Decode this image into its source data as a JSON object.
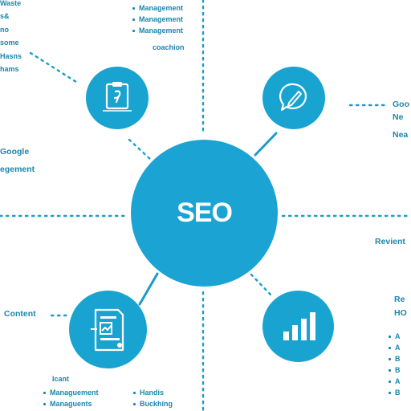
{
  "center": {
    "label": "SEO"
  },
  "top_list": {
    "items": [
      "Management",
      "Management",
      "Management"
    ],
    "trailing": "coachion"
  },
  "top_left_fragments": [
    "Waste",
    "s&",
    "no",
    "some",
    "Hasns",
    "hams"
  ],
  "left_fragments": {
    "line1": "Google",
    "line2": "egement"
  },
  "content_label": "Content",
  "right_fragments": {
    "line1": "Goo",
    "line2": "Ne",
    "line3": "Nea"
  },
  "review_label": "Revient",
  "bottom_right": {
    "head": [
      "Re",
      "HO"
    ],
    "items": [
      "A",
      "A",
      "B",
      "B",
      "A",
      "B"
    ]
  },
  "bottom_left": {
    "head": "Icant",
    "items": [
      "Managuement",
      "Managuents"
    ]
  },
  "bottom_center": {
    "items": [
      "Handis",
      "Buckhing"
    ]
  },
  "icons": {
    "top_left": "clipboard-icon",
    "top_right": "chat-pen-icon",
    "bottom_left": "document-chart-icon",
    "bottom_right": "bar-chart-icon"
  },
  "colors": {
    "accent": "#1ba4d3",
    "text": "#1a86ad",
    "background": "#ffffff"
  }
}
